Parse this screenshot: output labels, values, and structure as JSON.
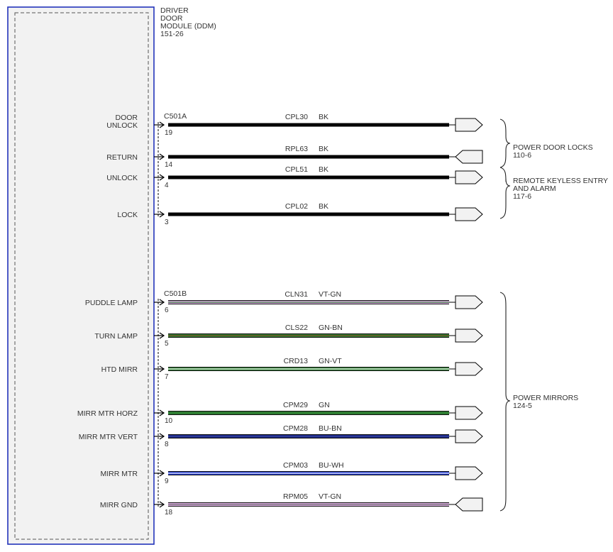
{
  "module": {
    "title_lines": [
      "DRIVER",
      "DOOR",
      "MODULE (DDM)",
      "151-26"
    ]
  },
  "connectors": [
    {
      "id": "C501A"
    },
    {
      "id": "C501B"
    }
  ],
  "circuits": [
    {
      "pin_label_lines": [
        "DOOR",
        "UNLOCK"
      ],
      "pin": "19",
      "circuit": "CPL30",
      "color_code": "BK",
      "connector": "C501A",
      "wire_colors": [
        "#000000"
      ],
      "direction": "out"
    },
    {
      "pin_label_lines": [
        "RETURN"
      ],
      "pin": "14",
      "circuit": "RPL63",
      "color_code": "BK",
      "wire_colors": [
        "#000000"
      ],
      "direction": "in"
    },
    {
      "pin_label_lines": [
        "UNLOCK"
      ],
      "pin": "4",
      "circuit": "CPL51",
      "color_code": "BK",
      "wire_colors": [
        "#000000"
      ],
      "direction": "out"
    },
    {
      "pin_label_lines": [
        "LOCK"
      ],
      "pin": "3",
      "circuit": "CPL02",
      "color_code": "BK",
      "wire_colors": [
        "#000000"
      ],
      "direction": "out"
    },
    {
      "pin_label_lines": [
        "PUDDLE LAMP"
      ],
      "pin": "6",
      "circuit": "CLN31",
      "color_code": "VT-GN",
      "connector": "C501B",
      "wire_colors": [
        "#d9a9e0",
        "#2e7d32"
      ],
      "direction": "out"
    },
    {
      "pin_label_lines": [
        "TURN LAMP"
      ],
      "pin": "5",
      "circuit": "CLS22",
      "color_code": "GN-BN",
      "wire_colors": [
        "#2e7d32",
        "#7b4a22"
      ],
      "direction": "out"
    },
    {
      "pin_label_lines": [
        "HTD MIRR"
      ],
      "pin": "7",
      "circuit": "CRD13",
      "color_code": "GN-VT",
      "wire_colors": [
        "#2e7d32",
        "#ffffff"
      ],
      "direction": "out"
    },
    {
      "pin_label_lines": [
        "MIRR MTR HORZ"
      ],
      "pin": "10",
      "circuit": "CPM29",
      "color_code": "GN",
      "wire_colors": [
        "#2e7d32"
      ],
      "direction": "out"
    },
    {
      "pin_label_lines": [
        "MIRR MTR VERT"
      ],
      "pin": "8",
      "circuit": "CPM28",
      "color_code": "BU-BN",
      "wire_colors": [
        "#1a237e",
        "#3949ab"
      ],
      "direction": "out"
    },
    {
      "pin_label_lines": [
        "MIRR MTR"
      ],
      "pin": "9",
      "circuit": "CPM03",
      "color_code": "BU-WH",
      "wire_colors": [
        "#1a33cc",
        "#ffffff"
      ],
      "direction": "out"
    },
    {
      "pin_label_lines": [
        "MIRR GND"
      ],
      "pin": "18",
      "circuit": "RPM05",
      "color_code": "VT-GN",
      "wire_colors": [
        "#d9a9e0",
        "#6d6d6d"
      ],
      "direction": "in"
    }
  ],
  "destinations": [
    {
      "lines": [
        "POWER DOOR LOCKS",
        "110-6"
      ]
    },
    {
      "lines": [
        "REMOTE KEYLESS ENTRY",
        "AND ALARM",
        "117-6"
      ]
    },
    {
      "lines": [
        "POWER MIRRORS",
        "124-5"
      ]
    }
  ],
  "colors": {
    "module_border": "#2233bb",
    "module_fill": "#f2f2f2",
    "dashed": "#555555",
    "wire_outline": "#000000"
  }
}
